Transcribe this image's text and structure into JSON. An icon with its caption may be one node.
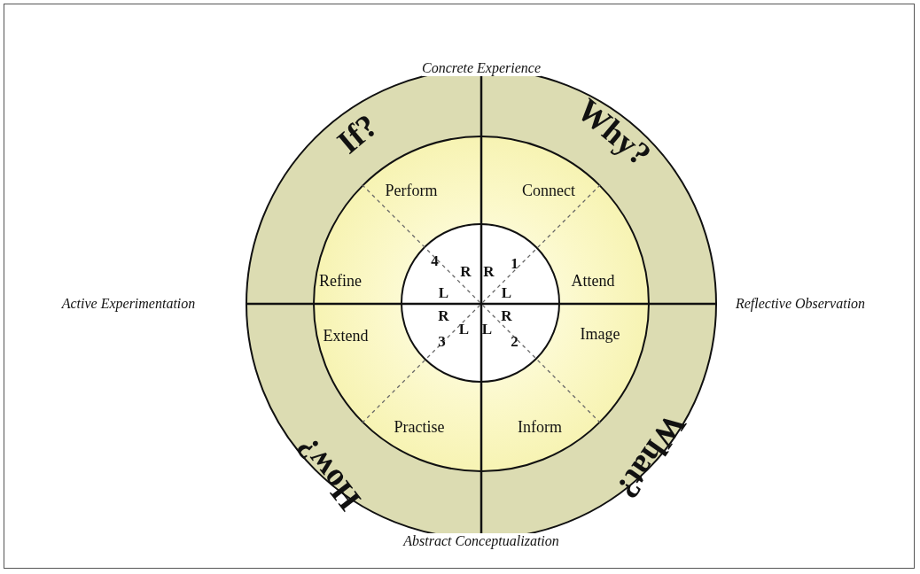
{
  "diagram": {
    "nodes": [
      {
        "text": [
          "If?",
          "Why?",
          "How?",
          "What?"
        ]
      },
      {
        "text": [
          "Perform",
          "Connect",
          "Refine",
          "Attend",
          "Extend",
          "Image",
          "Practise",
          "Inform"
        ],
        "in": 0
      },
      {
        "text": [
          "4",
          "R",
          "R",
          "1",
          "L",
          "L",
          "R",
          "R",
          "3",
          "L",
          "L",
          "2"
        ],
        "in": 1
      }
    ],
    "edges": [],
    "labels": [
      "Concrete Experience",
      "Active Experimentation",
      "Reflective Observation",
      "Abstract Conceptualization"
    ]
  }
}
